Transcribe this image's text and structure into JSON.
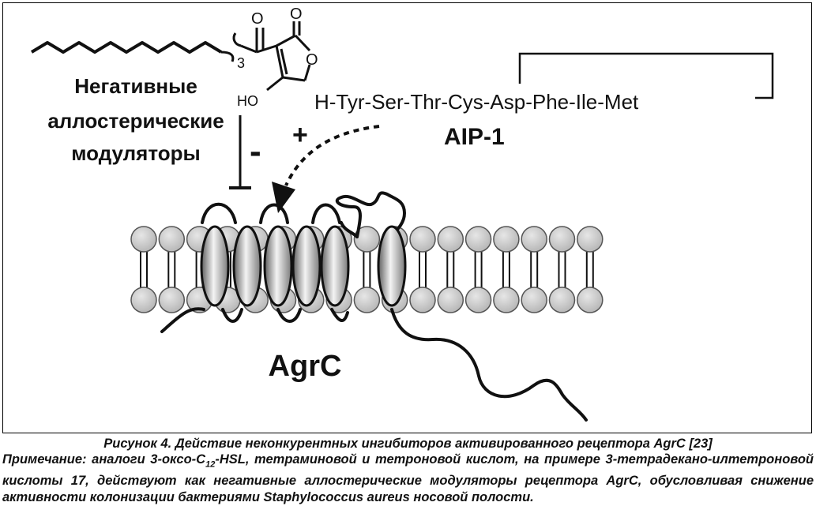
{
  "labels": {
    "carbonyl_o1": "O",
    "carbonyl_o2": "O",
    "ring_o": "O",
    "ho": "HO",
    "chain_subscript": "3",
    "modulators": [
      "Негативные",
      "аллостерические",
      "модуляторы"
    ],
    "minus": "-",
    "plus": "+",
    "peptide": "H-Tyr-Ser-Thr-Cys-Asp-Phe-Ile-Met",
    "aip": "AIP-1",
    "receptor": "AgrC"
  },
  "caption": {
    "title_prefix": "Рисунок 4. Действие неконкурентных ингибиторов активированного рецептора AgrC [23]",
    "note_part1": "Примечание: аналоги 3-оксо-C",
    "note_sub": "12",
    "note_part2": "-HSL, тетраминовой и тетроновой кислот, на примере 3-тетрадекано-илтетроновой кислоты 17, действуют как негативные аллостерические модуляторы рецептора AgrC, обусловливая снижение активности колонизации бактериями Staphylococcus aureus носовой полости."
  },
  "colors": {
    "ink": "#111111",
    "lipid_head": "#c9c9c9",
    "helix_light": "#f2f2f2",
    "helix_dark": "#6a6a6a"
  }
}
